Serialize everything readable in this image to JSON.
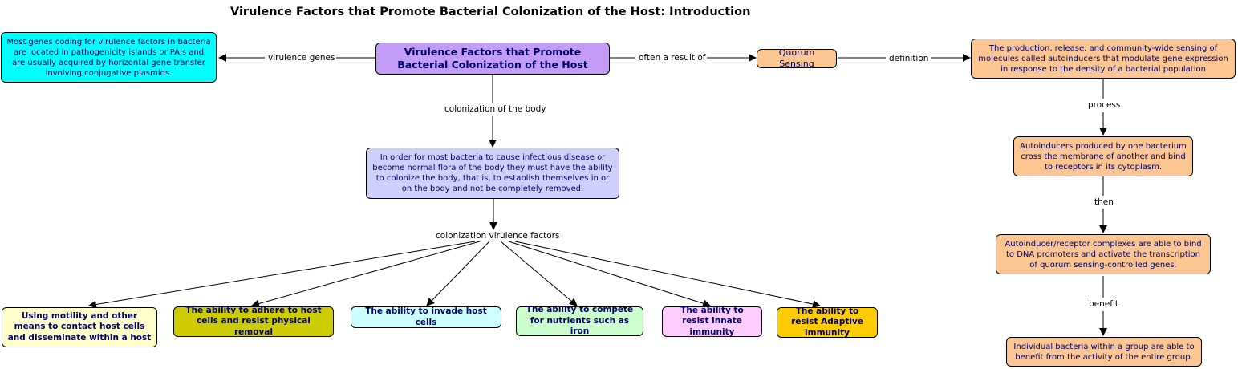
{
  "title": "Virulence Factors that Promote Bacterial Colonization of the Host: Introduction",
  "colors": {
    "root": "#c49cf7",
    "genes": "#00ffff",
    "colonize": "#cfcffb",
    "quorum": "#fcc693",
    "motility": "#ffffcc",
    "adhere": "#cccc00",
    "invade": "#ccffff",
    "compete": "#ccffcc",
    "innate": "#ffccff",
    "adaptive": "#ffcc00",
    "dark_text": "#000066",
    "line": "#000000"
  },
  "nodes": {
    "root": "Virulence Factors that Promote Bacterial Colonization of the Host",
    "genes": "Most genes coding for virulence factors in bacteria are located in pathogenicity islands or PAIs  and are usually acquired by horizontal gene transfer involving conjugative plasmids.",
    "quorum_sensing": "Quorum Sensing",
    "quorum_definition": "The production, release, and community-wide sensing of molecules called autoinducers that modulate gene expression in response to the density of a bacterial population",
    "autoinducers": "Autoinducers produced by one bacterium cross the membrane of another and bind to receptors in its cytoplasm.",
    "complexes": "Autoinducer/receptor complexes are able to bind to DNA promoters and activate the transcription of quorum sensing-controlled genes.",
    "benefit": "Individual bacteria within a group are able to benefit from the activity of the entire group.",
    "colonize": "In order for most bacteria to cause infectious disease or become normal flora of the body they must have the ability to colonize the body, that is, to establish themselves in or on the body and not be completely removed.",
    "motility": "Using motility and other means to contact host cells and disseminate within a host",
    "adhere": "The ability to adhere to host cells and resist physical removal",
    "invade": "The ability to invade host cells",
    "compete": "The ability to compete for nutrients such as iron",
    "innate": "The ability to resist innate immunity",
    "adaptive": "The ability to resist Adaptive immunity"
  },
  "links": {
    "virulence_genes": "virulence genes",
    "often_result": "often a result of",
    "definition": "definition",
    "colonization_body": "colonization of the body",
    "colonization_factors": "colonization virulence factors",
    "process": "process",
    "then": "then",
    "benefit": "benefit"
  }
}
